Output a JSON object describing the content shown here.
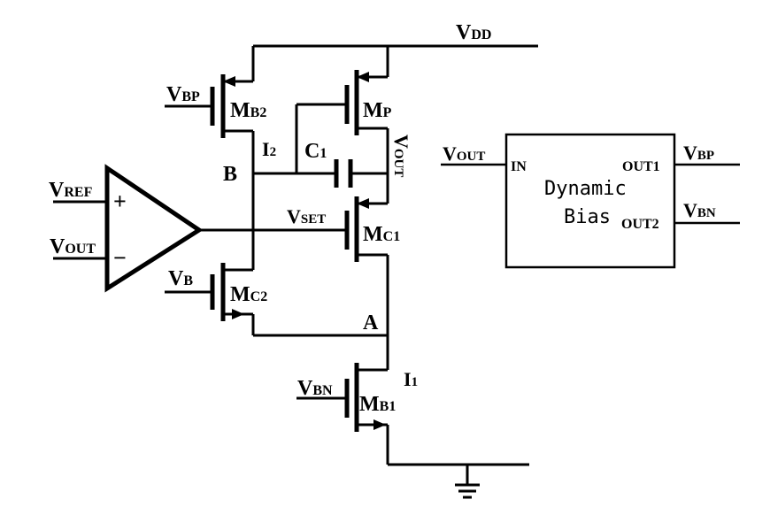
{
  "labels": {
    "vdd_main": "V",
    "vdd_sub": "DD",
    "vbp_main": "V",
    "vbp_sub": "BP",
    "mb2_main": "M",
    "mb2_sub": "B2",
    "mp_main": "M",
    "mp_sub": "P",
    "i2_main": "I",
    "i2_sub": "2",
    "c1_main": "C",
    "c1_sub": "1",
    "vout_main": "V",
    "vout_sub": "OUT",
    "node_b": "B",
    "vref_main": "V",
    "vref_sub": "REF",
    "plus": "+",
    "minus": "−",
    "vout2_main": "V",
    "vout2_sub": "OUT",
    "vset_main": "V",
    "vset_sub": "SET",
    "mc1_main": "M",
    "mc1_sub": "C1",
    "vb_main": "V",
    "vb_sub": "B",
    "mc2_main": "M",
    "mc2_sub": "C2",
    "node_a": "A",
    "i1_main": "I",
    "i1_sub": "1",
    "vbn_main": "V",
    "vbn_sub": "BN",
    "mb1_main": "M",
    "mb1_sub": "B1"
  },
  "dynamic_bias": {
    "title_line1": "Dynamic",
    "title_line2": "Bias",
    "port_in": "IN",
    "port_out1": "OUT1",
    "port_out2": "OUT2",
    "in_main": "V",
    "in_sub": "OUT",
    "out1_main": "V",
    "out1_sub": "BP",
    "out2_main": "V",
    "out2_sub": "BN"
  }
}
